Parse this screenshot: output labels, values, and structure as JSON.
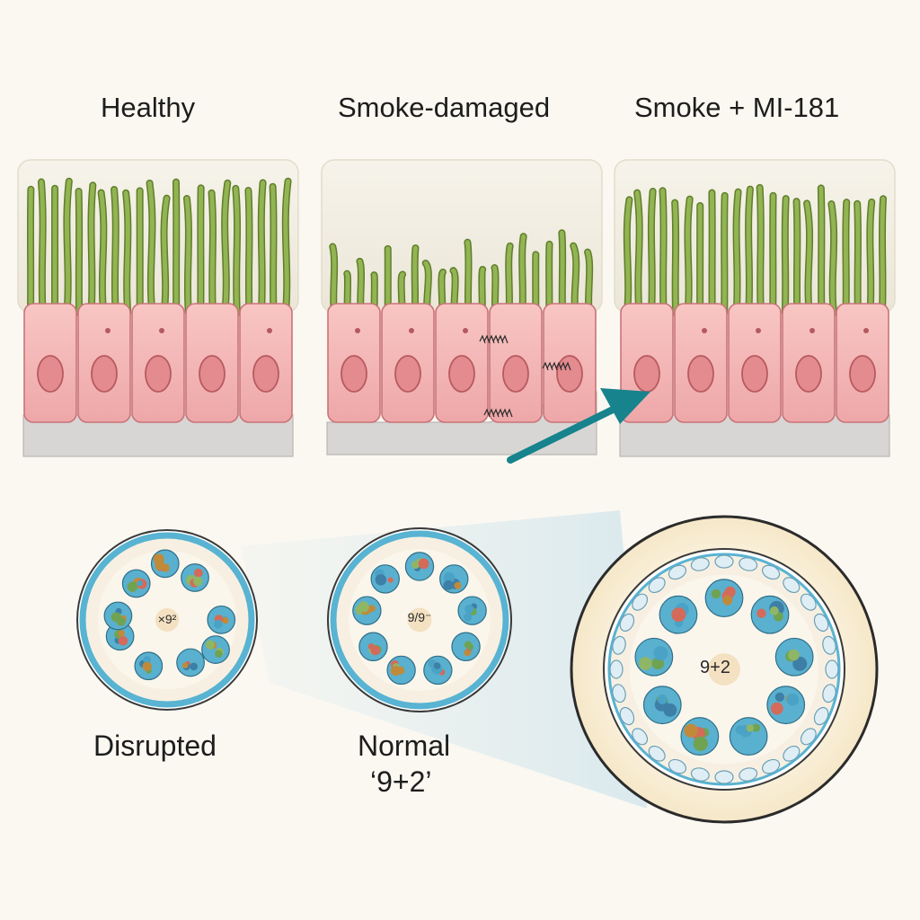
{
  "panels": {
    "healthy_label": "Healthy",
    "smoke_label": "Smoke-damaged",
    "treated_label": "Smoke + MI-181"
  },
  "cross_sections": {
    "disrupted_label": "Disrupted",
    "normal_label_line1": "Normal",
    "normal_label_line2": "‘9+2’",
    "center_small_1": "×9²",
    "center_small_2": "9/9⁻",
    "center_large": "9+2"
  },
  "colors": {
    "background": "#fbf8f1",
    "cell_fill": "#f4b9b9",
    "nucleus": "#e48a8e",
    "cilia": "#8aaa4a",
    "basement": "#d9d7d6",
    "arrow": "#17838c",
    "membrane": "#59b3d2"
  }
}
